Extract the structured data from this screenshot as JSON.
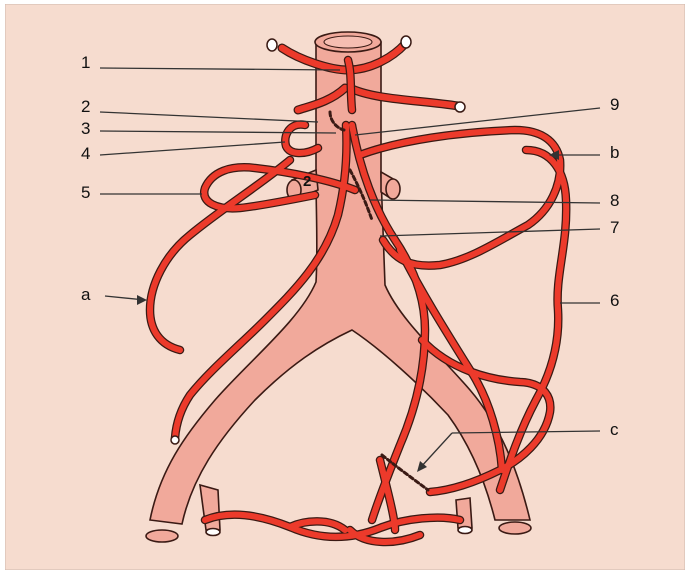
{
  "colors": {
    "background": "#f6dccf",
    "vessel": "#ec3a2b",
    "vessel_outline": "#3a1a14",
    "aorta": "#f1a99b",
    "leader": "#333333",
    "text": "#111111"
  },
  "labels": {
    "n1": "1",
    "n2": "2",
    "n3": "3",
    "n4": "4",
    "n5": "5",
    "n6": "6",
    "n7": "7",
    "n8": "8",
    "n9": "9",
    "inline2": "2",
    "a": "a",
    "b": "b",
    "c": "c"
  }
}
